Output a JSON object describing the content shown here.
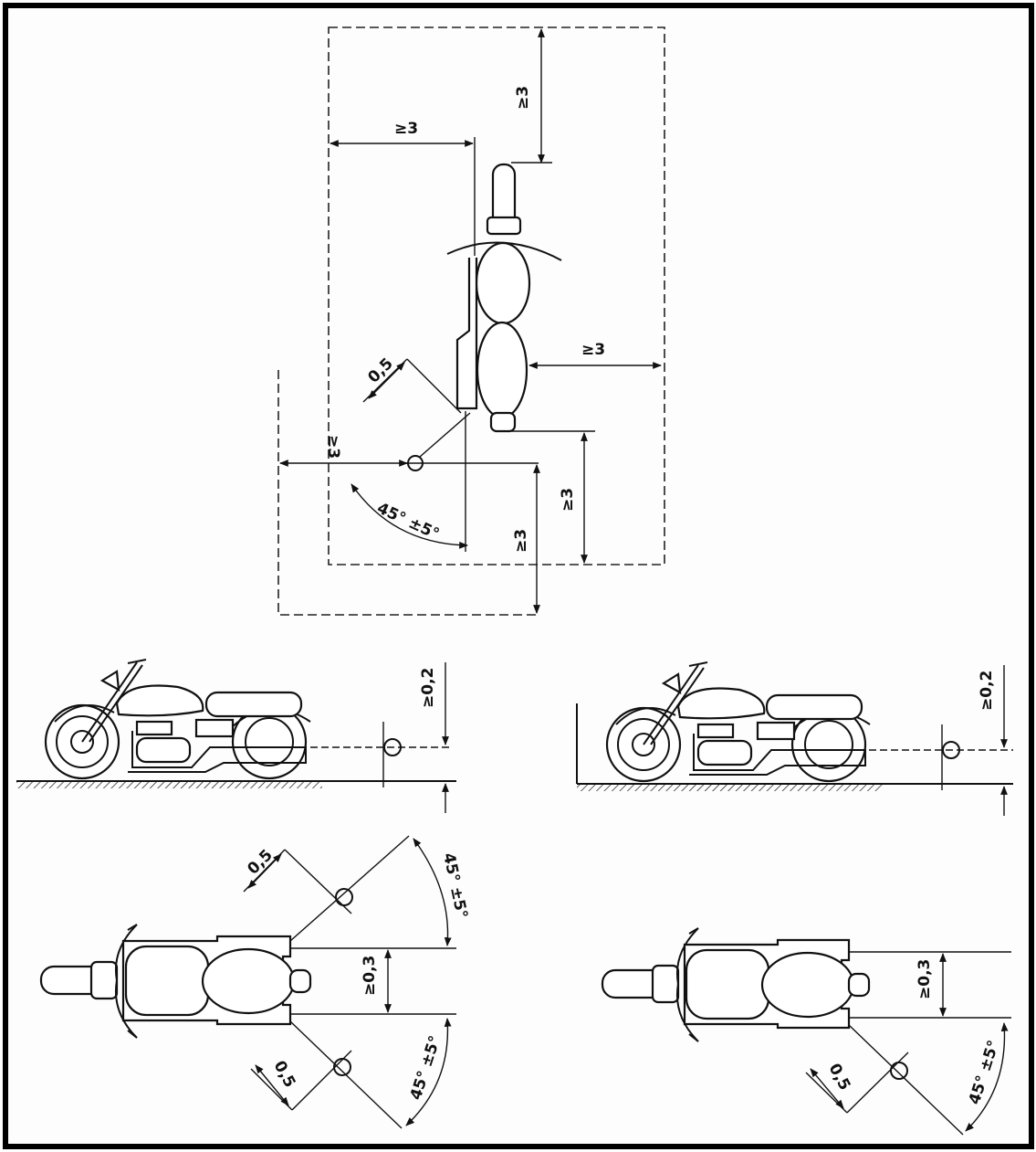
{
  "labels": {
    "clearance_3": "≥3",
    "offset_05": "0,5",
    "angle": "45° ±5°",
    "height_02": "≥0,2",
    "width_03": "≥0,3"
  }
}
